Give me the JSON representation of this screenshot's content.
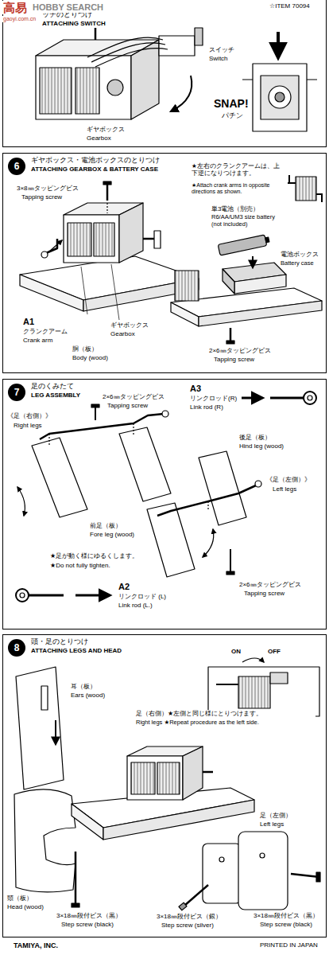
{
  "diagram": {
    "nodes": [
      {
        "text": [
          "ッチのとりつけ",
          "ATTACHING SWITCH"
        ]
      },
      {
        "text": [
          "6",
          "ギヤボックス・電池ボックスのとりつけ",
          "ATTACHING GEARBOX & BATTERY CASE"
        ]
      },
      {
        "text": [
          "7",
          "足のくみたて",
          "LEG ASSEMBLY"
        ]
      },
      {
        "text": [
          "8",
          "頭・足のとりつけ",
          "ATTACHING LEGS AND HEAD"
        ]
      }
    ],
    "edges": [],
    "labels": [
      "高易",
      "HOBBY SEARCH",
      "gaoyi.com.cn",
      "☆ITEM 70094",
      "スイッチ",
      "Switch",
      "ギヤボックス",
      "Gearbox",
      "SNAP!",
      "パチン",
      "3×8㎜タッピングビス",
      "Tapping screw",
      "★左右のクランクアームは、上下逆になりつけます。",
      "★Attach crank arms in opposite directions as shown.",
      "単3電池（別売）",
      "R6/AA/UM3 size battery (not included)",
      "電池ボックス",
      "Battery case",
      "A1",
      "クランクアーム",
      "Crank arm",
      "ギヤボックス",
      "Gearbox",
      "胴（板）",
      "Body (wood)",
      "2×6㎜タッピングビス",
      "Tapping screw",
      "《足（右側）》",
      "Right legs",
      "2×6㎜タッピングビス",
      "Tapping screw",
      "A3",
      "リンクロッド(R)",
      "Link rod (R)",
      "後足（板）",
      "Hind leg (wood)",
      "《足（左側）》",
      "Left legs",
      "前足（板）",
      "Fore leg (wood)",
      "★足が動く様にゆるくします。",
      "★Do not fully tighten.",
      "A2",
      "リンクロッド (L)",
      "Link rod (L.)",
      "2×6㎜タッピングビス",
      "Tapping screw",
      "ON",
      "OFF",
      "耳（板）",
      "Ears (wood)",
      "足（右側）★左側と同じ様にとりつけます。",
      "Right legs ★Repeat procedure as the left side.",
      "足（左側）",
      "Left legs",
      "頭（板）",
      "Head (wood)",
      "3×18㎜段付ビス（黒）",
      "Step screw (black)",
      "3×18㎜段付ビス（銀）",
      "Step screw (silver)",
      "3×18㎜段付ビス（黒）",
      "Step screw (black)",
      "TAMIYA, INC.",
      "PRINTED IN JAPAN"
    ]
  }
}
